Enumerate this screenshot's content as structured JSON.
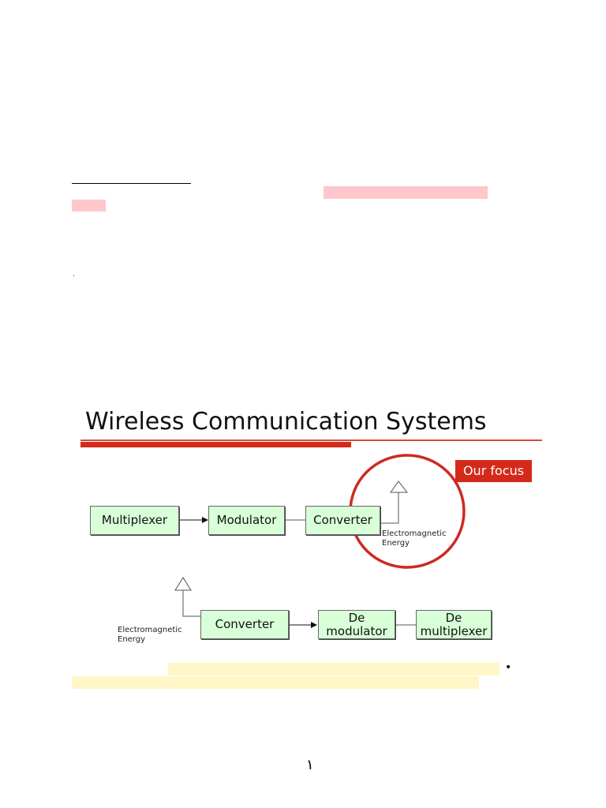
{
  "slide": {
    "title": "Wireless Communication Systems",
    "focus_badge": "Our focus",
    "transmitter": {
      "boxes": [
        "Multiplexer",
        "Modulator",
        "Converter"
      ],
      "em_label_line1": "Electromagnetic",
      "em_label_line2": "Energy"
    },
    "receiver": {
      "boxes": [
        {
          "line1": "Converter",
          "line2": ""
        },
        {
          "line1": "De",
          "line2": "modulator"
        },
        {
          "line1": "De",
          "line2": "multiplexer"
        }
      ],
      "em_label_line1": "Electromagnetic",
      "em_label_line2": "Energy"
    }
  },
  "page": {
    "bullet_glyph": "•",
    "small_dot": ".",
    "page_number": "١"
  },
  "colors": {
    "accent_red": "#d42a1a",
    "box_fill": "#d8ffd8",
    "highlight_pink": "#ffc7cc",
    "highlight_yellow": "#fff7c8"
  }
}
